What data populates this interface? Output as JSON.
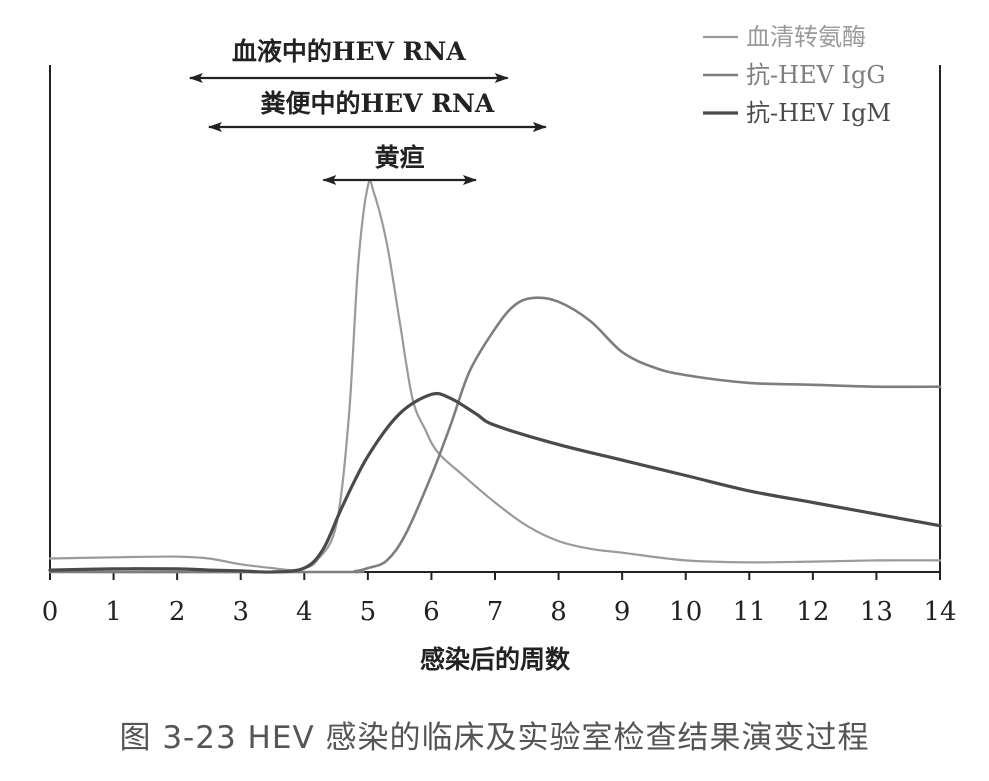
{
  "chart_data": {
    "type": "line",
    "xlabel": "感染后的周数",
    "ylabel": "",
    "xlim": [
      0,
      14
    ],
    "ylim": [
      0,
      100
    ],
    "x_ticks": [
      0,
      1,
      2,
      3,
      4,
      5,
      6,
      7,
      8,
      9,
      10,
      11,
      12,
      13,
      14
    ],
    "grid": false,
    "legend_position": "top-right",
    "series": [
      {
        "name": "血清转氨酶",
        "color": "#9a9a9a",
        "width": 2.2,
        "points": [
          [
            0,
            3.5
          ],
          [
            1,
            3.8
          ],
          [
            2,
            4
          ],
          [
            2.5,
            3.5
          ],
          [
            3,
            2
          ],
          [
            3.5,
            1
          ],
          [
            3.8,
            0.5
          ],
          [
            4,
            1
          ],
          [
            4.2,
            3
          ],
          [
            4.5,
            12
          ],
          [
            4.7,
            40
          ],
          [
            4.85,
            80
          ],
          [
            5,
            100
          ],
          [
            5.1,
            98
          ],
          [
            5.3,
            85
          ],
          [
            5.5,
            65
          ],
          [
            5.7,
            45
          ],
          [
            5.9,
            37
          ],
          [
            6.1,
            31
          ],
          [
            6.5,
            25
          ],
          [
            7,
            18
          ],
          [
            7.5,
            12
          ],
          [
            8,
            8
          ],
          [
            8.5,
            6
          ],
          [
            9,
            5
          ],
          [
            10,
            3
          ],
          [
            11,
            2.5
          ],
          [
            12,
            2.7
          ],
          [
            13,
            3
          ],
          [
            14,
            3
          ]
        ]
      },
      {
        "name": "抗-HEV IgG",
        "color": "#7e7e7e",
        "width": 2.6,
        "points": [
          [
            0,
            0
          ],
          [
            4.5,
            0
          ],
          [
            4.8,
            0.2
          ],
          [
            5,
            1
          ],
          [
            5.3,
            3
          ],
          [
            5.6,
            10
          ],
          [
            6,
            25
          ],
          [
            6.3,
            38
          ],
          [
            6.6,
            52
          ],
          [
            7,
            63
          ],
          [
            7.3,
            69
          ],
          [
            7.6,
            71
          ],
          [
            8,
            70
          ],
          [
            8.5,
            65
          ],
          [
            9,
            57
          ],
          [
            9.5,
            53
          ],
          [
            10,
            51
          ],
          [
            11,
            49
          ],
          [
            12,
            48.5
          ],
          [
            13,
            48
          ],
          [
            14,
            48
          ]
        ]
      },
      {
        "name": "抗-HEV IgM",
        "color": "#4a4a4a",
        "width": 3.2,
        "points": [
          [
            0,
            0.5
          ],
          [
            1,
            0.8
          ],
          [
            2,
            0.8
          ],
          [
            2.5,
            0.5
          ],
          [
            3,
            0.3
          ],
          [
            3.5,
            0
          ],
          [
            4,
            1
          ],
          [
            4.3,
            6
          ],
          [
            4.6,
            17
          ],
          [
            5,
            30
          ],
          [
            5.5,
            41
          ],
          [
            6,
            46
          ],
          [
            6.3,
            45
          ],
          [
            6.7,
            41
          ],
          [
            7,
            38
          ],
          [
            8,
            33
          ],
          [
            9,
            29
          ],
          [
            10,
            25
          ],
          [
            11,
            21
          ],
          [
            12,
            18
          ],
          [
            13,
            15
          ],
          [
            14,
            12
          ]
        ]
      }
    ],
    "annotations": [
      {
        "text": "血液中的HEV RNA",
        "x_start": 2.2,
        "x_end": 7.2,
        "level": 1
      },
      {
        "text": "粪便中的HEV RNA",
        "x_start": 2.5,
        "x_end": 7.8,
        "level": 2
      },
      {
        "text": "黄疸",
        "x_start": 4.3,
        "x_end": 6.7,
        "level": 3
      }
    ]
  },
  "legend": {
    "items": [
      {
        "label": "血清转氨酶",
        "color": "#9a9a9a",
        "width": 2.2
      },
      {
        "label": "抗-HEV IgG",
        "color": "#7e7e7e",
        "width": 2.6
      },
      {
        "label": "抗-HEV IgM",
        "color": "#4a4a4a",
        "width": 3.2
      }
    ]
  },
  "caption": "图 3-23   HEV 感染的临床及实验室检查结果演变过程"
}
